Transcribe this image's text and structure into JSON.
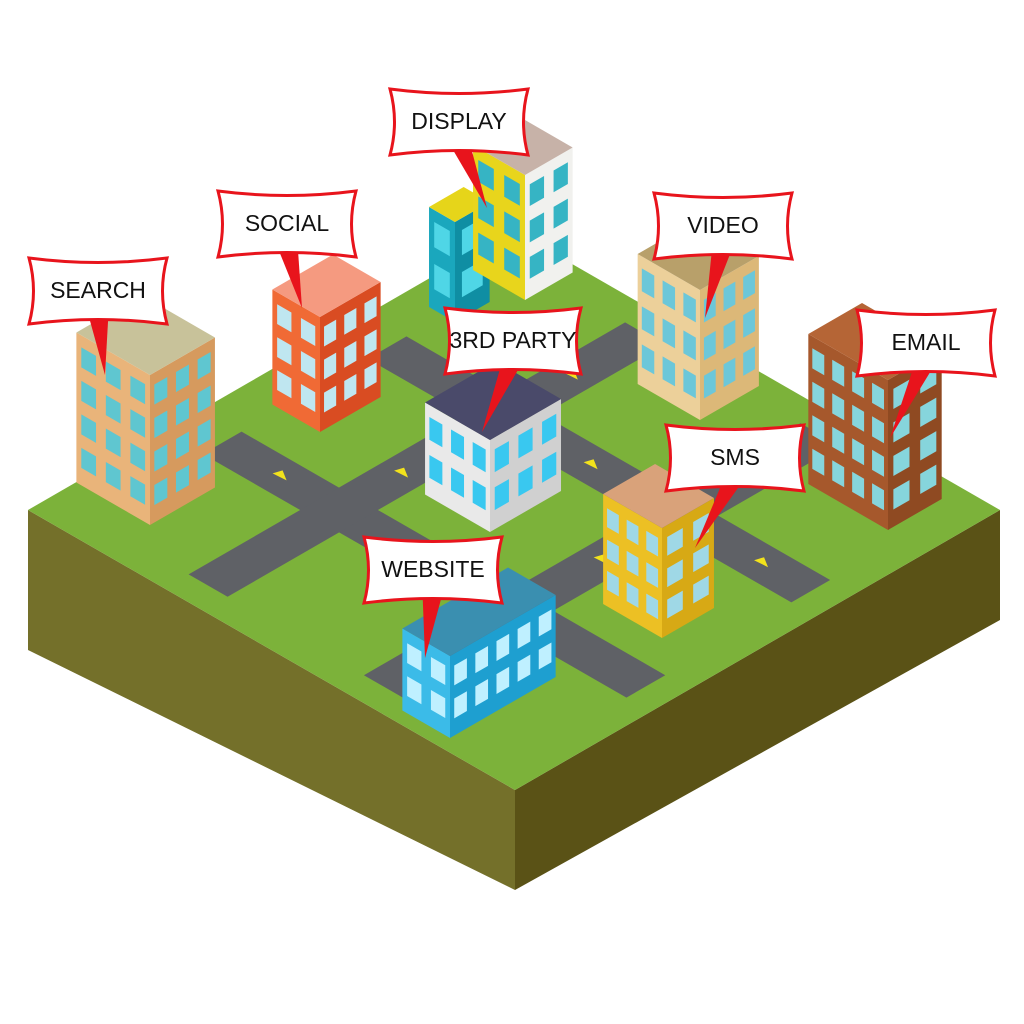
{
  "colors": {
    "grass": "#7cb23a",
    "soil_left": "#74702a",
    "soil_right": "#5a5216",
    "road": "#5f6166",
    "callout_border": "#e8141c",
    "callout_fill": "#ffffff"
  },
  "callouts": [
    {
      "id": "search",
      "text": "SEARCH"
    },
    {
      "id": "social",
      "text": "SOCIAL"
    },
    {
      "id": "display",
      "text": "DISPLAY"
    },
    {
      "id": "video",
      "text": "VIDEO"
    },
    {
      "id": "email",
      "text": "EMAIL"
    },
    {
      "id": "third-party",
      "text": "3RD PARTY"
    },
    {
      "id": "sms",
      "text": "SMS"
    },
    {
      "id": "website",
      "text": "WEBSITE"
    }
  ]
}
